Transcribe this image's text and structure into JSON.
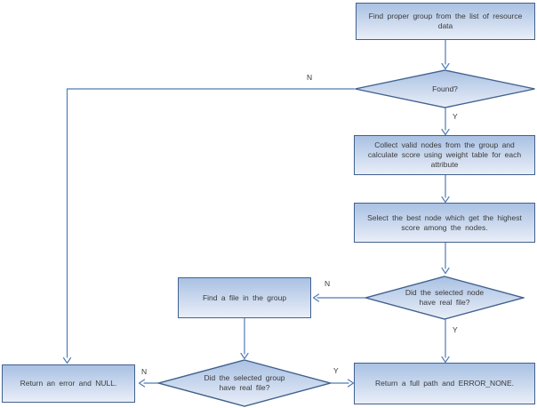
{
  "flowchart": {
    "nodes": {
      "find_group": {
        "label": "Find proper group from the list of resource data"
      },
      "found": {
        "label": "Found?"
      },
      "collect": {
        "label": "Collect valid nodes from the group and calculate score using weight table for each attribute"
      },
      "select_best": {
        "label": "Select the best node which get the highest score among the nodes."
      },
      "node_file": {
        "label": "Did the selected node have real file?"
      },
      "find_file": {
        "label": "Find a file in the group"
      },
      "group_file": {
        "label": "Did the selected group have real file?"
      },
      "return_error": {
        "label": "Return an error and NULL."
      },
      "return_path": {
        "label": "Return a full path and ERROR_NONE."
      }
    },
    "edge_labels": {
      "found_n": "N",
      "found_y": "Y",
      "node_file_n": "N",
      "node_file_y": "Y",
      "group_file_n": "N",
      "group_file_y": "Y"
    },
    "colors": {
      "node_fill_top": "#a9c1e3",
      "node_fill_bottom": "#e9eef8",
      "node_border": "#41618e",
      "connector": "#4f7cb4",
      "text": "#3a3a3a",
      "background": "#ffffff"
    }
  }
}
